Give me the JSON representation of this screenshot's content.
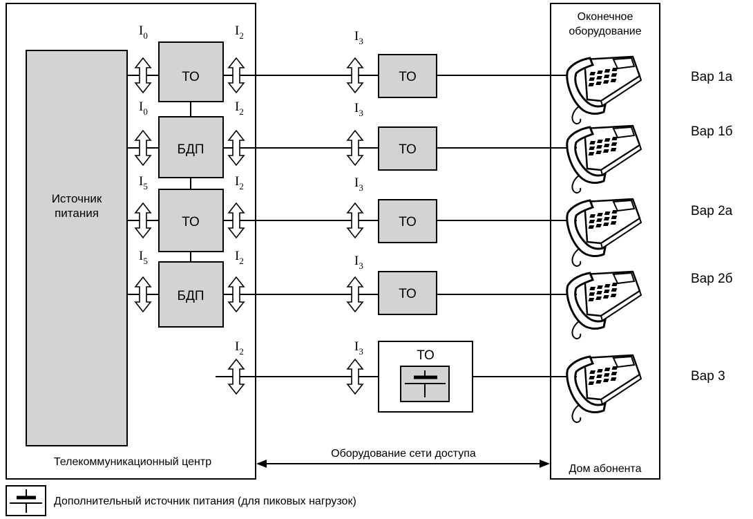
{
  "colors": {
    "box_fill": "#d3d3d3",
    "stroke": "#000000",
    "background": "#ffffff"
  },
  "labels": {
    "power_source_line1": "Источник",
    "power_source_line2": "питания",
    "telecom_center": "Телекоммуникационный центр",
    "access_network": "Оборудование сети доступа",
    "subscriber_home": "Дом абонента",
    "terminal_line1": "Оконечное",
    "terminal_line2": "оборудование"
  },
  "blocks": {
    "to": "ТО",
    "bdp": "БДП"
  },
  "currents": {
    "I0": {
      "main": "I",
      "sub": "0"
    },
    "I2": {
      "main": "I",
      "sub": "2"
    },
    "I3": {
      "main": "I",
      "sub": "3"
    },
    "I5": {
      "main": "I",
      "sub": "5"
    }
  },
  "variants": [
    "Вар 1а",
    "Вар 1б",
    "Вар 2а",
    "Вар 2б",
    "Вар 3"
  ],
  "legend": {
    "icon": "battery-icon",
    "text": "Дополнительный источник питания (для пиковых нагрузок)"
  },
  "icons": {
    "arrows": "double-arrow-icon",
    "phones": "telephone-icon"
  }
}
